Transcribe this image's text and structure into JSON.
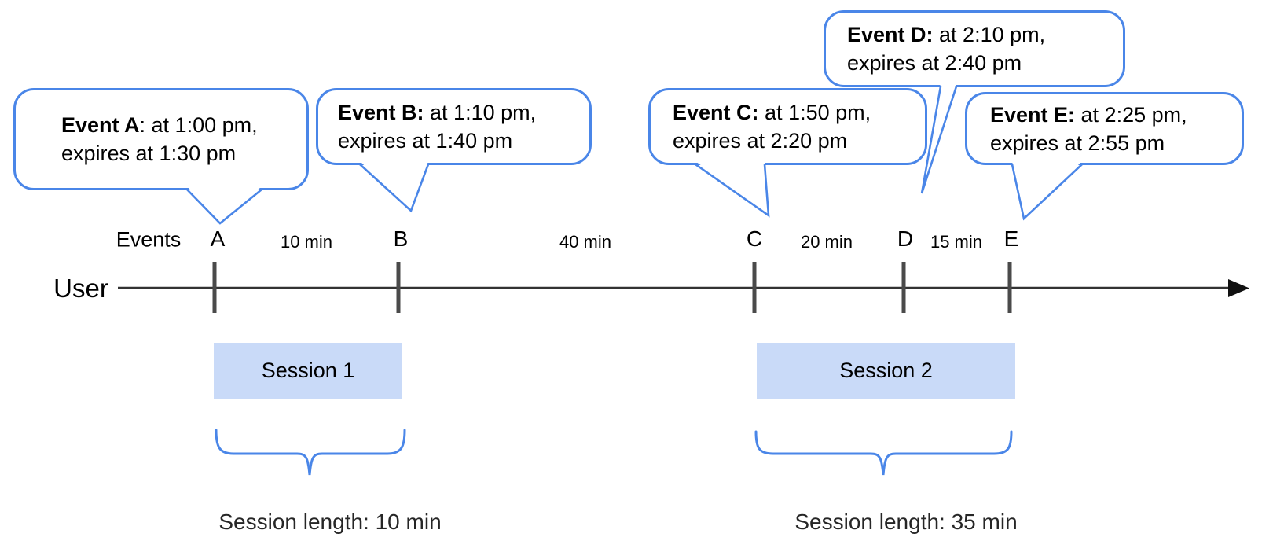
{
  "diagram": {
    "title_context": "Event and session timeline",
    "axis": {
      "user_label": "User",
      "events_label": "Events"
    },
    "events": [
      {
        "id": "A",
        "label": "A",
        "title_bold": "Event A",
        "title_rest": ": at 1:00 pm,",
        "line2": "expires at 1:30 pm",
        "time": "1:00 pm",
        "expires": "1:30 pm"
      },
      {
        "id": "B",
        "label": "B",
        "title_bold": "Event B:",
        "title_rest": " at 1:10 pm,",
        "line2": "expires at 1:40 pm",
        "time": "1:10 pm",
        "expires": "1:40 pm"
      },
      {
        "id": "C",
        "label": "C",
        "title_bold": "Event C:",
        "title_rest": " at 1:50 pm,",
        "line2": "expires at 2:20 pm",
        "time": "1:50 pm",
        "expires": "2:20 pm"
      },
      {
        "id": "D",
        "label": "D",
        "title_bold": "Event D:",
        "title_rest": " at 2:10 pm,",
        "line2": "expires at 2:40 pm",
        "time": "2:10 pm",
        "expires": "2:40 pm"
      },
      {
        "id": "E",
        "label": "E",
        "title_bold": "Event E:",
        "title_rest": " at 2:25 pm,",
        "line2": "expires at 2:55 pm",
        "time": "2:25 pm",
        "expires": "2:55 pm"
      }
    ],
    "intervals": [
      {
        "between": "A-B",
        "label": "10 min"
      },
      {
        "between": "B-C",
        "label": "40 min"
      },
      {
        "between": "C-D",
        "label": "20 min"
      },
      {
        "between": "D-E",
        "label": "15 min"
      }
    ],
    "sessions": [
      {
        "label": "Session 1",
        "length_label": "Session length: 10 min",
        "from_event": "A",
        "to_event": "B"
      },
      {
        "label": "Session 2",
        "length_label": "Session length: 35 min",
        "from_event": "C",
        "to_event": "E"
      }
    ],
    "colors": {
      "accent_blue": "#4a86e8",
      "session_fill": "#c9daf8",
      "axis_color": "#333333",
      "tick_color": "#4a4a4a",
      "text_color": "#000000"
    }
  }
}
